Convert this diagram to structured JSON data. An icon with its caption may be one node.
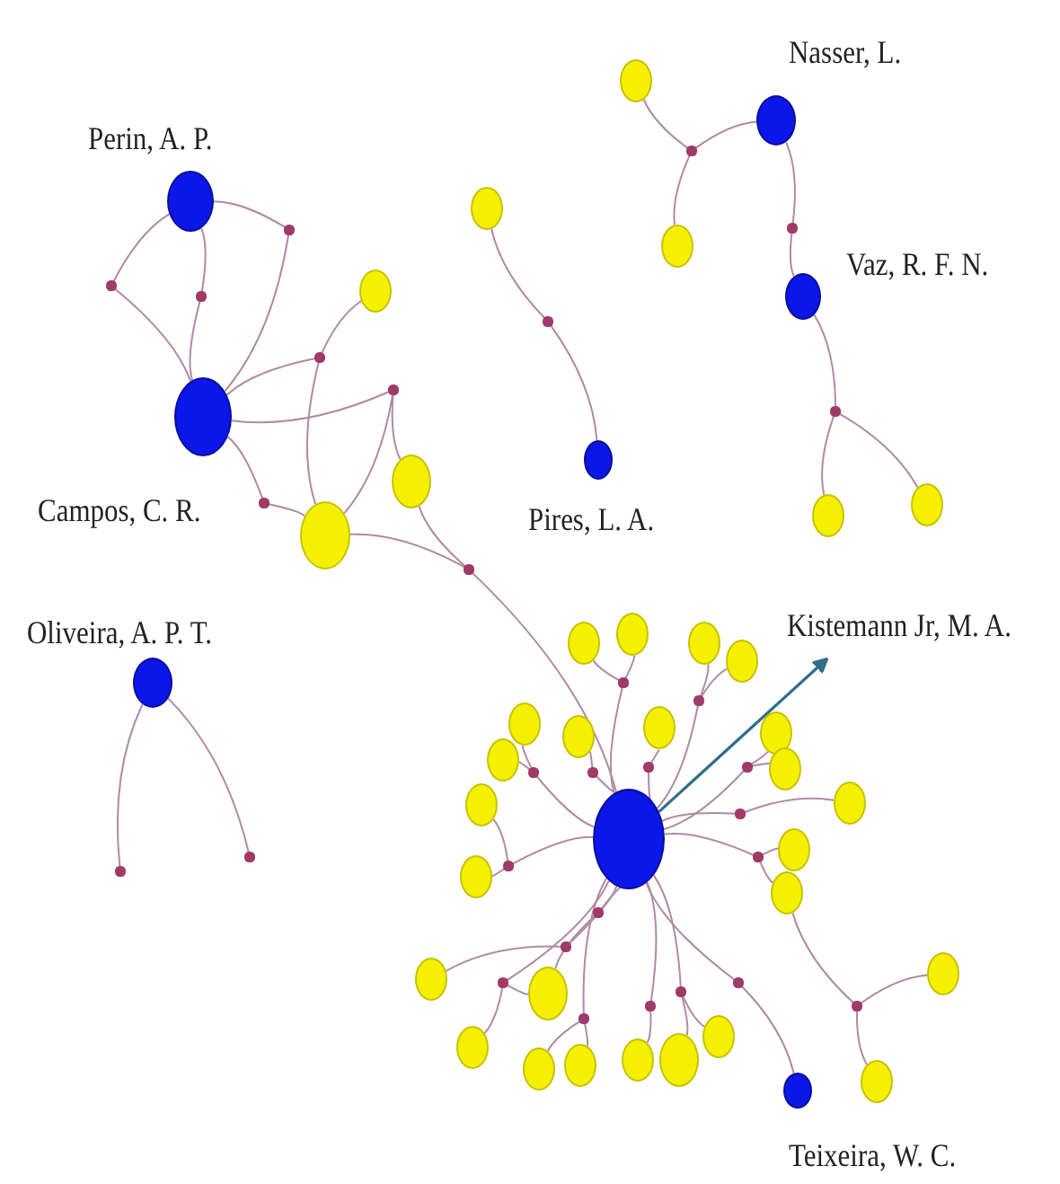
{
  "diagram": {
    "nodes": [
      {
        "text": [
          "Perin, A. P."
        ]
      },
      {
        "text": [
          "Campos, C. R."
        ]
      },
      {
        "text": [],
        "shape": "circle"
      },
      {
        "text": [],
        "shape": "circle"
      },
      {
        "text": [],
        "shape": "circle"
      },
      {
        "text": [],
        "shape": "circle"
      },
      {
        "text": [],
        "shape": "circle"
      },
      {
        "text": [],
        "shape": "circle"
      },
      {
        "text": [],
        "shape": "circle"
      },
      {
        "text": [],
        "shape": "circle"
      },
      {
        "text": [],
        "shape": "circle"
      },
      {
        "text": [],
        "shape": "circle"
      },
      {
        "text": [],
        "shape": "circle"
      },
      {
        "text": [],
        "shape": "circle"
      },
      {
        "text": [
          "Pires, L. A."
        ]
      },
      {
        "text": [
          "Nasser, L."
        ]
      },
      {
        "text": [],
        "shape": "circle"
      },
      {
        "text": [],
        "shape": "circle"
      },
      {
        "text": [],
        "shape": "circle"
      },
      {
        "text": [],
        "shape": "circle"
      },
      {
        "text": [
          "Vaz, R. F. N."
        ]
      },
      {
        "text": [],
        "shape": "circle"
      },
      {
        "text": [],
        "shape": "circle"
      },
      {
        "text": [],
        "shape": "circle"
      },
      {
        "text": [
          "Oliveira, A. P. T."
        ]
      },
      {
        "text": [],
        "shape": "circle"
      },
      {
        "text": [],
        "shape": "circle"
      },
      {
        "text": [
          "Kistemann Jr, M. A."
        ]
      },
      {
        "text": [],
        "shape": "circle"
      },
      {
        "text": [],
        "shape": "circle"
      },
      {
        "text": [],
        "shape": "circle"
      },
      {
        "text": [],
        "shape": "circle"
      },
      {
        "text": [],
        "shape": "circle"
      },
      {
        "text": [],
        "shape": "circle"
      },
      {
        "text": [],
        "shape": "circle"
      },
      {
        "text": [],
        "shape": "circle"
      },
      {
        "text": [],
        "shape": "circle"
      },
      {
        "text": [],
        "shape": "circle"
      },
      {
        "text": [],
        "shape": "circle"
      },
      {
        "text": [],
        "shape": "circle"
      },
      {
        "text": [],
        "shape": "circle"
      },
      {
        "text": [],
        "shape": "circle"
      },
      {
        "text": [],
        "shape": "circle"
      },
      {
        "text": [],
        "shape": "circle"
      },
      {
        "text": [],
        "shape": "circle"
      },
      {
        "text": [],
        "shape": "circle"
      },
      {
        "text": [],
        "shape": "circle"
      },
      {
        "text": [],
        "shape": "circle"
      },
      {
        "text": [],
        "shape": "circle"
      },
      {
        "text": [],
        "shape": "circle"
      },
      {
        "text": [],
        "shape": "circle"
      },
      {
        "text": [],
        "shape": "circle"
      },
      {
        "text": [],
        "shape": "circle"
      },
      {
        "text": [],
        "shape": "circle"
      },
      {
        "text": [],
        "shape": "circle"
      },
      {
        "text": [],
        "shape": "circle"
      },
      {
        "text": [],
        "shape": "circle"
      },
      {
        "text": [],
        "shape": "circle"
      },
      {
        "text": [],
        "shape": "circle"
      },
      {
        "text": [],
        "shape": "circle"
      },
      {
        "text": [],
        "shape": "circle"
      },
      {
        "text": [],
        "shape": "circle"
      },
      {
        "text": [],
        "shape": "circle"
      },
      {
        "text": [],
        "shape": "circle"
      },
      {
        "text": [],
        "shape": "circle"
      },
      {
        "text": [],
        "shape": "circle"
      },
      {
        "text": [],
        "shape": "circle"
      },
      {
        "text": [],
        "shape": "circle"
      },
      {
        "text": [
          "Teixeira, W. C."
        ]
      },
      {
        "text": [],
        "shape": "circle"
      },
      {
        "text": [],
        "shape": "circle"
      },
      {
        "text": [],
        "shape": "circle"
      }
    ],
    "edges": [
      {
        "from": 0,
        "to": 2,
        "arrow": "none"
      },
      {
        "from": 0,
        "to": 3,
        "arrow": "none"
      },
      {
        "from": 0,
        "to": 4,
        "arrow": "none"
      },
      {
        "from": 1,
        "to": 3,
        "arrow": "none"
      },
      {
        "from": 1,
        "to": 4,
        "arrow": "none"
      },
      {
        "from": 1,
        "to": 2,
        "arrow": "none"
      },
      {
        "from": 1,
        "to": 6,
        "arrow": "none"
      },
      {
        "from": 1,
        "to": 7,
        "arrow": "none"
      },
      {
        "from": 1,
        "to": 10,
        "arrow": "none"
      },
      {
        "from": 5,
        "to": 6,
        "arrow": "none"
      },
      {
        "from": 9,
        "to": 6,
        "arrow": "none"
      },
      {
        "from": 9,
        "to": 7,
        "arrow": "none"
      },
      {
        "from": 8,
        "to": 7,
        "arrow": "none"
      },
      {
        "from": 9,
        "to": 10,
        "arrow": "none"
      },
      {
        "from": 9,
        "to": 11,
        "arrow": "none"
      },
      {
        "from": 8,
        "to": 11,
        "arrow": "none"
      },
      {
        "from": 11,
        "to": 28,
        "arrow": "none"
      },
      {
        "from": 12,
        "to": 13,
        "arrow": "none"
      },
      {
        "from": 13,
        "to": 14,
        "arrow": "none"
      },
      {
        "from": 16,
        "to": 17,
        "arrow": "none"
      },
      {
        "from": 18,
        "to": 17,
        "arrow": "none"
      },
      {
        "from": 15,
        "to": 17,
        "arrow": "none"
      },
      {
        "from": 15,
        "to": 19,
        "arrow": "none"
      },
      {
        "from": 19,
        "to": 20,
        "arrow": "none"
      },
      {
        "from": 20,
        "to": 21,
        "arrow": "none"
      },
      {
        "from": 21,
        "to": 22,
        "arrow": "none"
      },
      {
        "from": 21,
        "to": 23,
        "arrow": "none"
      },
      {
        "from": 24,
        "to": 25,
        "arrow": "none"
      },
      {
        "from": 24,
        "to": 26,
        "arrow": "none"
      },
      {
        "from": 28,
        "to": 27,
        "arrow": "to",
        "color": "#2f6f86"
      },
      {
        "from": 28,
        "to": 31,
        "arrow": "none"
      },
      {
        "from": 29,
        "to": 31,
        "arrow": "none"
      },
      {
        "from": 30,
        "to": 31,
        "arrow": "none"
      },
      {
        "from": 28,
        "to": 34,
        "arrow": "none"
      },
      {
        "from": 32,
        "to": 34,
        "arrow": "none"
      },
      {
        "from": 33,
        "to": 34,
        "arrow": "none"
      },
      {
        "from": 28,
        "to": 37,
        "arrow": "none"
      },
      {
        "from": 35,
        "to": 37,
        "arrow": "none"
      },
      {
        "from": 36,
        "to": 37,
        "arrow": "none"
      },
      {
        "from": 28,
        "to": 39,
        "arrow": "none"
      },
      {
        "from": 38,
        "to": 39,
        "arrow": "none"
      },
      {
        "from": 28,
        "to": 41,
        "arrow": "none"
      },
      {
        "from": 40,
        "to": 41,
        "arrow": "none"
      },
      {
        "from": 28,
        "to": 44,
        "arrow": "none"
      },
      {
        "from": 42,
        "to": 44,
        "arrow": "none"
      },
      {
        "from": 43,
        "to": 44,
        "arrow": "none"
      },
      {
        "from": 28,
        "to": 46,
        "arrow": "none"
      },
      {
        "from": 45,
        "to": 46,
        "arrow": "none"
      },
      {
        "from": 28,
        "to": 49,
        "arrow": "none"
      },
      {
        "from": 47,
        "to": 49,
        "arrow": "none"
      },
      {
        "from": 48,
        "to": 49,
        "arrow": "none"
      },
      {
        "from": 28,
        "to": 52,
        "arrow": "none"
      },
      {
        "from": 50,
        "to": 52,
        "arrow": "none"
      },
      {
        "from": 51,
        "to": 52,
        "arrow": "none"
      },
      {
        "from": 28,
        "to": 53,
        "arrow": "none"
      },
      {
        "from": 53,
        "to": 55,
        "arrow": "none"
      },
      {
        "from": 28,
        "to": 54,
        "arrow": "none"
      },
      {
        "from": 54,
        "to": 56,
        "arrow": "none"
      },
      {
        "from": 28,
        "to": 58,
        "arrow": "none"
      },
      {
        "from": 57,
        "to": 58,
        "arrow": "none"
      },
      {
        "from": 55,
        "to": 58,
        "arrow": "none"
      },
      {
        "from": 28,
        "to": 61,
        "arrow": "none"
      },
      {
        "from": 59,
        "to": 61,
        "arrow": "none"
      },
      {
        "from": 60,
        "to": 61,
        "arrow": "none"
      },
      {
        "from": 28,
        "to": 63,
        "arrow": "none"
      },
      {
        "from": 62,
        "to": 63,
        "arrow": "none"
      },
      {
        "from": 28,
        "to": 66,
        "arrow": "none"
      },
      {
        "from": 64,
        "to": 66,
        "arrow": "none"
      },
      {
        "from": 65,
        "to": 66,
        "arrow": "none"
      },
      {
        "from": 28,
        "to": 67,
        "arrow": "none"
      },
      {
        "from": 67,
        "to": 68,
        "arrow": "none"
      },
      {
        "from": 48,
        "to": 69,
        "arrow": "none"
      },
      {
        "from": 69,
        "to": 70,
        "arrow": "none"
      },
      {
        "from": 69,
        "to": 71,
        "arrow": "none"
      }
    ]
  }
}
